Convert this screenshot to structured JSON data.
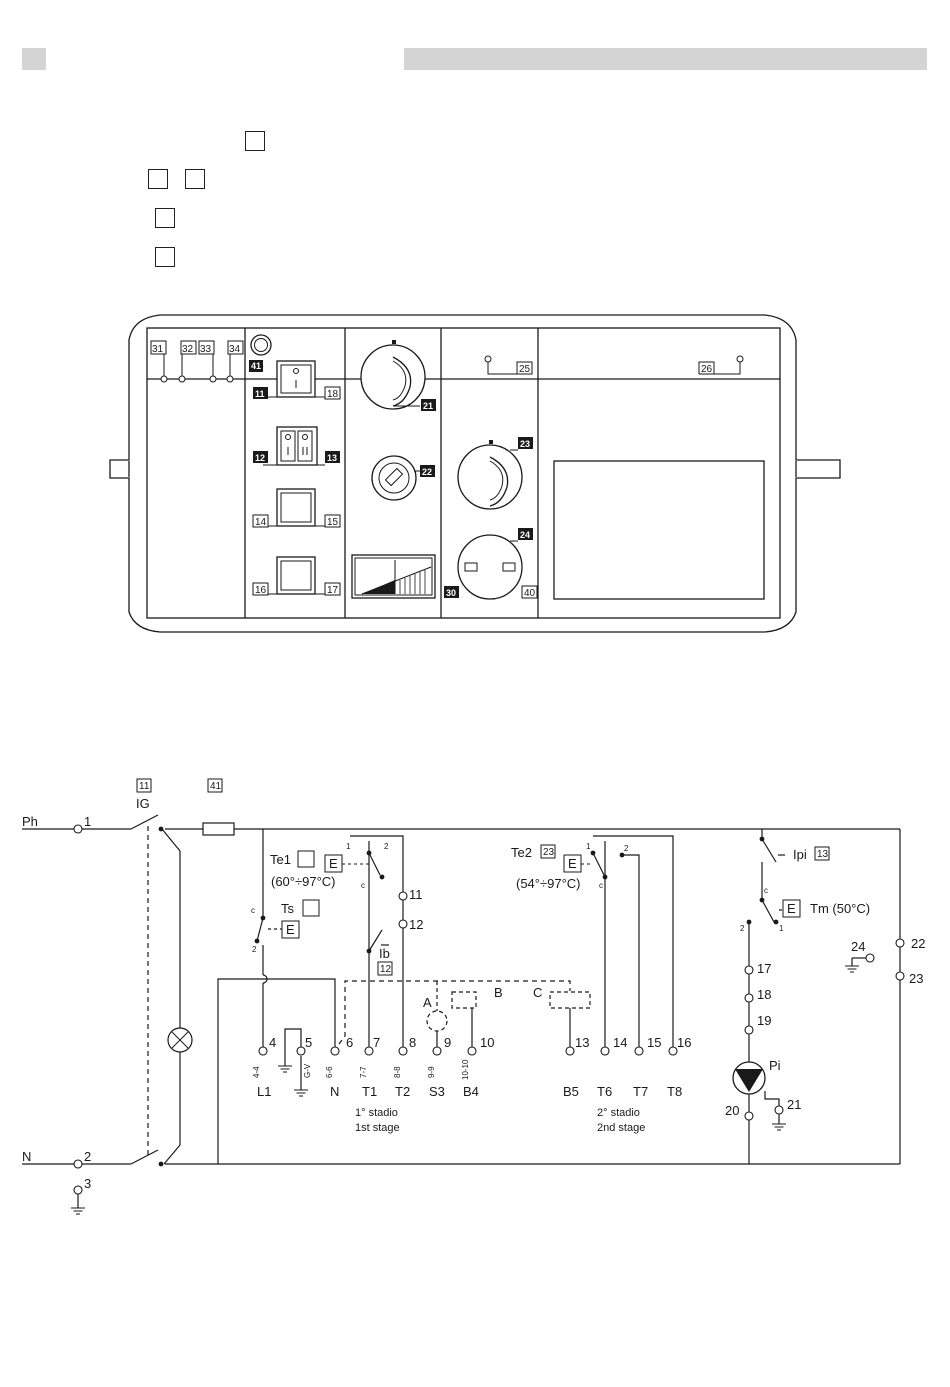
{
  "header": {
    "left_tab": "",
    "right_bar": ""
  },
  "panel": {
    "terminals": [
      "31",
      "32",
      "33",
      "34"
    ],
    "lamp": "41",
    "switch_left": "11",
    "switch_right": "18",
    "dual_left": "12",
    "dual_right": "13",
    "blank1_left": "14",
    "blank1_right": "15",
    "blank2_left": "16",
    "blank2_right": "17",
    "knob_main": "21",
    "fuse_holder": "22",
    "thermometer": "30",
    "terminal_mid": "25",
    "terminal_right": "26",
    "knob_2": "23",
    "socket": "24",
    "display_ref": "40"
  },
  "schematic": {
    "ref_ig": "11",
    "ref_fuse": "41",
    "ig": "IG",
    "ph": "Ph",
    "n": "N",
    "t1": "1",
    "t2": "2",
    "t3": "3",
    "te1": "Te1",
    "te1_range": "(60°÷97°C)",
    "ts": "Ts",
    "e": "E",
    "c": "c",
    "one": "1",
    "two": "2",
    "n11": "11",
    "n12": "12",
    "ib": "Ib",
    "ib_ref": "12",
    "te2": "Te2",
    "te2_ref": "23",
    "te2_range": "(54°÷97°C)",
    "ipi": "Ipi",
    "ipi_ref": "13",
    "tm": "Tm (50°C)",
    "n22": "22",
    "n23": "23",
    "n24": "24",
    "n17": "17",
    "n18": "18",
    "n19": "19",
    "pi": "Pi",
    "n20": "20",
    "n21": "21",
    "A": "A",
    "B": "B",
    "C": "C",
    "n4": "4",
    "n5": "5",
    "n6": "6",
    "n7": "7",
    "n8": "8",
    "n9": "9",
    "n10": "10",
    "n13": "13",
    "n14": "14",
    "n15": "15",
    "n16": "16",
    "v44": "4-4",
    "vgv": "G-V",
    "v66": "6-6",
    "v77": "7-7",
    "v88": "8-8",
    "v99": "9-9",
    "v1010": "10-10",
    "L1": "L1",
    "N": "N",
    "T1": "T1",
    "T2": "T2",
    "S3": "S3",
    "B4": "B4",
    "B5": "B5",
    "T6": "T6",
    "T7": "T7",
    "T8": "T8",
    "stage1_it": "1° stadio",
    "stage1_en": "1st stage",
    "stage2_it": "2° stadio",
    "stage2_en": "2nd stage"
  }
}
